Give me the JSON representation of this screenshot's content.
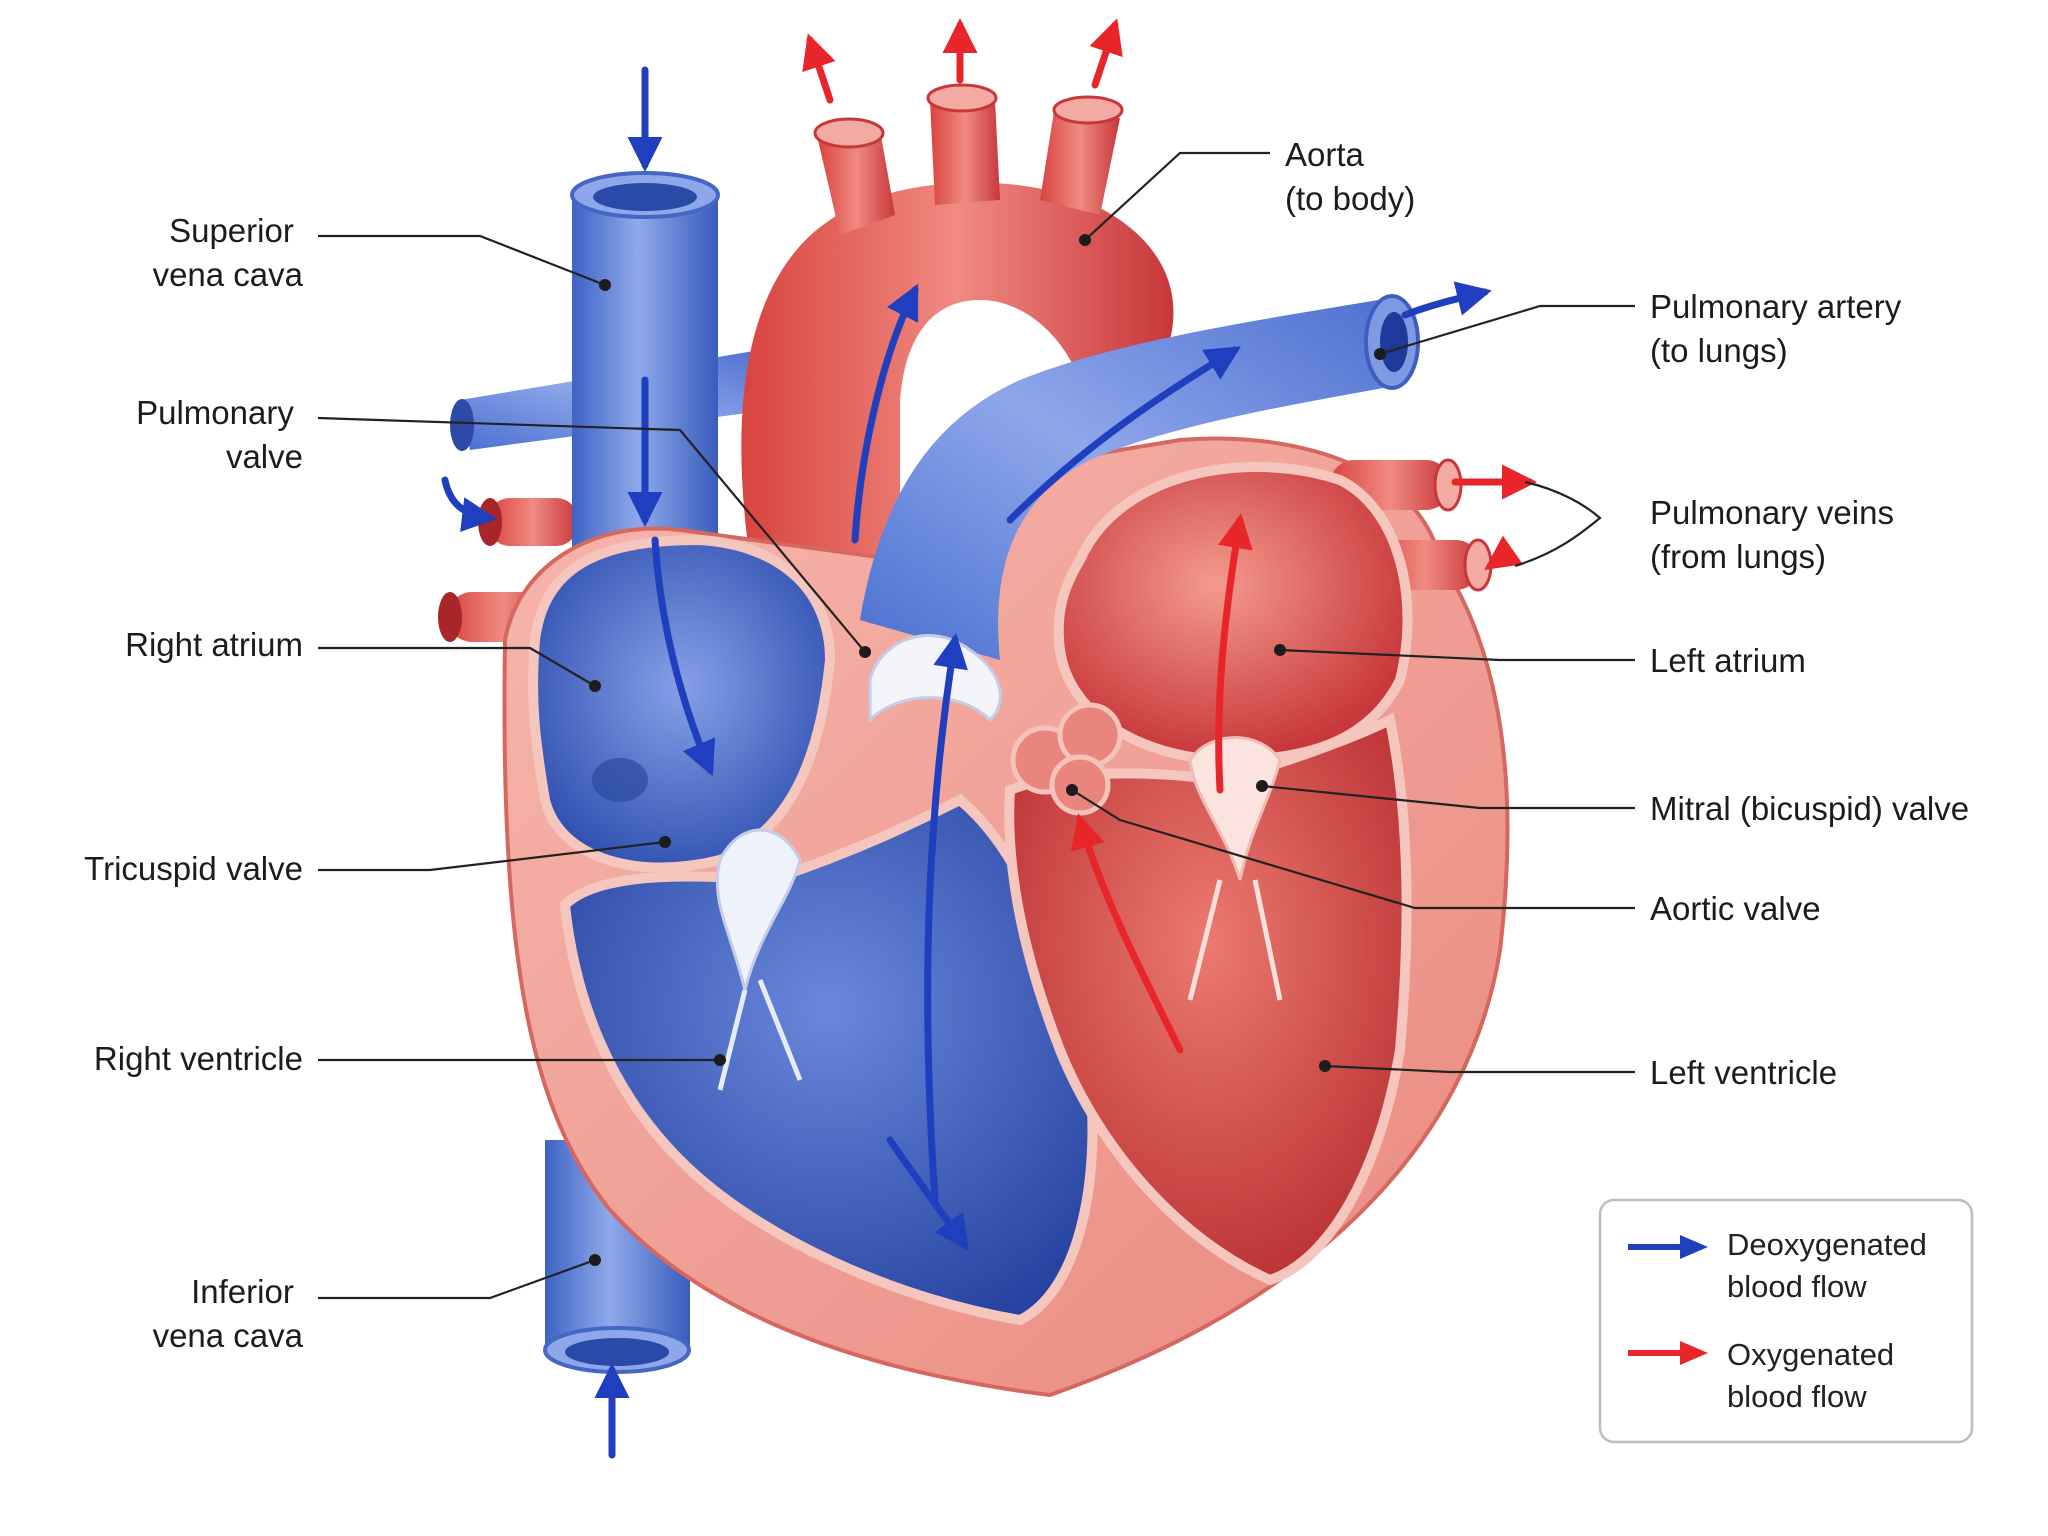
{
  "labels": {
    "superior_vena_cava": [
      "Superior",
      "vena cava"
    ],
    "pulmonary_valve": [
      "Pulmonary",
      "valve"
    ],
    "right_atrium": [
      "Right atrium"
    ],
    "tricuspid_valve": [
      "Tricuspid valve"
    ],
    "right_ventricle": [
      "Right ventricle"
    ],
    "inferior_vena_cava": [
      "Inferior",
      "vena cava"
    ],
    "aorta": [
      "Aorta",
      "(to body)"
    ],
    "pulmonary_artery": [
      "Pulmonary artery",
      "(to lungs)"
    ],
    "pulmonary_veins": [
      "Pulmonary veins",
      "(from lungs)"
    ],
    "left_atrium": [
      "Left atrium"
    ],
    "mitral_valve": [
      "Mitral (bicuspid) valve"
    ],
    "aortic_valve": [
      "Aortic valve"
    ],
    "left_ventricle": [
      "Left ventricle"
    ]
  },
  "legend": {
    "deoxygenated": [
      "Deoxygenated",
      "blood flow"
    ],
    "oxygenated": [
      "Oxygenated",
      "blood flow"
    ]
  },
  "colors": {
    "deoxygenated_arrow": "#1f3fbf",
    "oxygenated_arrow": "#e8262a",
    "blue_vessel": "#5b7fd6",
    "red_vessel": "#df5a55",
    "myocardium": "#f2a49a"
  }
}
